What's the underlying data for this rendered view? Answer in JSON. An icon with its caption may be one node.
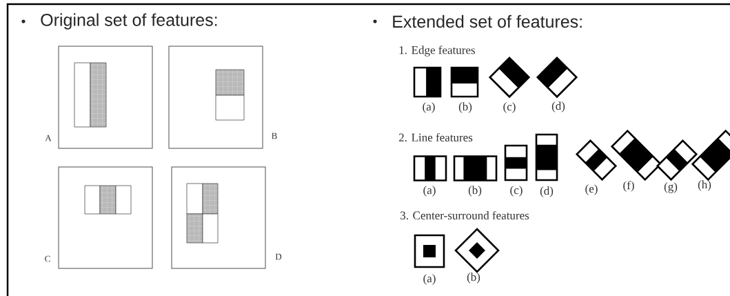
{
  "diagram": {
    "labels": [
      "Original set of features:",
      "Extended set of features:",
      "A",
      "B",
      "C",
      "D",
      "1. Edge features",
      "(a)",
      "(b)",
      "(c)",
      "(d)",
      "2. Line features",
      "(a)",
      "(b)",
      "(c)",
      "(d)",
      "(e)",
      "(f)",
      "(g)",
      "(h)",
      "3. Center-surround features",
      "(a)",
      "(b)"
    ]
  }
}
